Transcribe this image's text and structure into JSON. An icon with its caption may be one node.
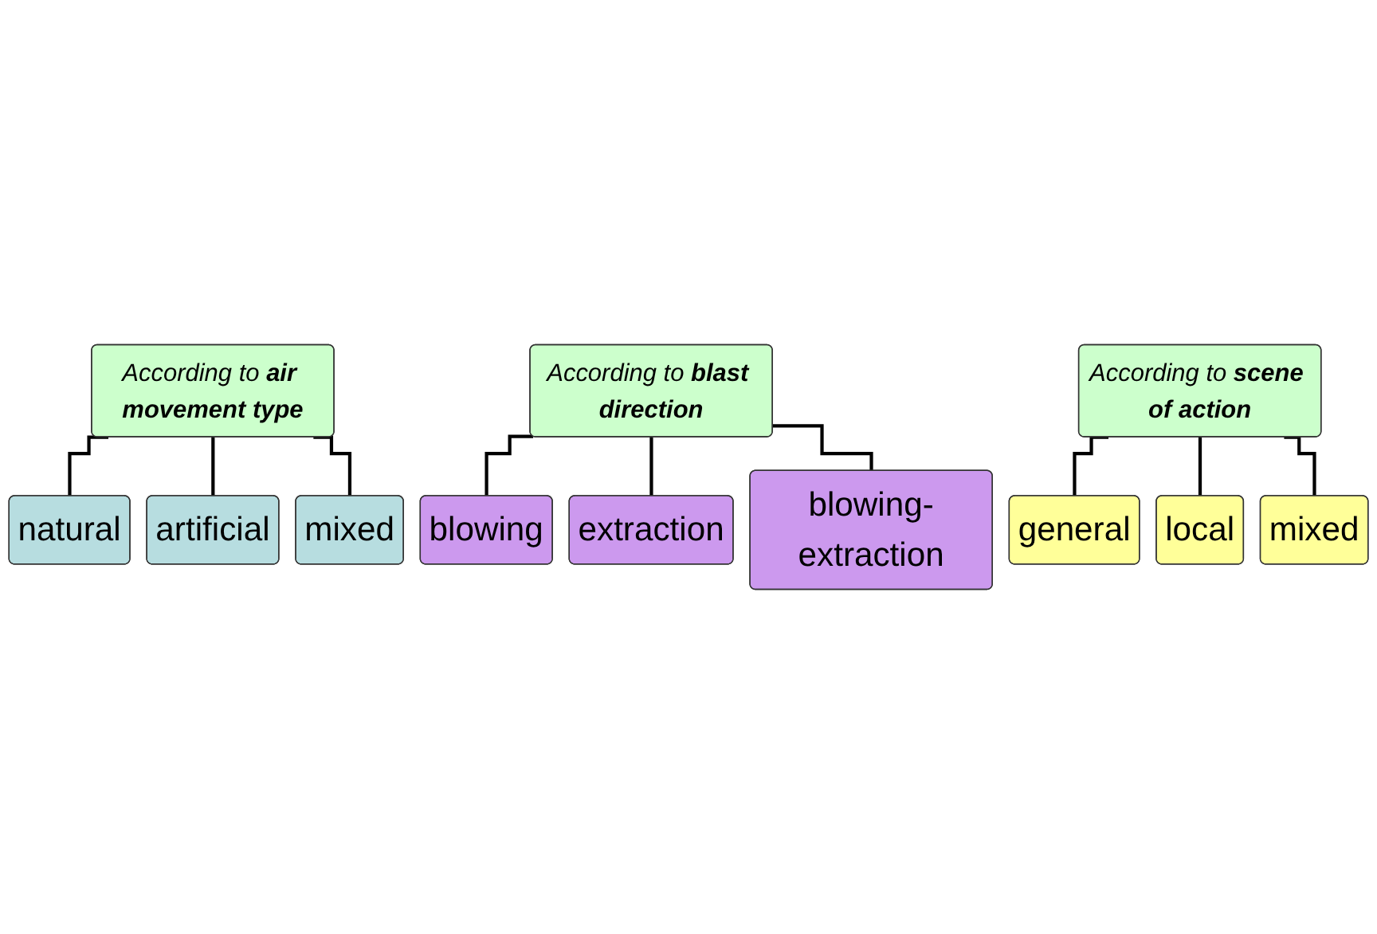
{
  "diagram": {
    "nodes": [
      {
        "text": [
          "According to **air movement type**"
        ]
      },
      {
        "text": [
          "natural"
        ]
      },
      {
        "text": [
          "artificial"
        ]
      },
      {
        "text": [
          "mixed"
        ]
      },
      {
        "text": [
          "According to **blast direction**"
        ]
      },
      {
        "text": [
          "blowing"
        ]
      },
      {
        "text": [
          "extraction"
        ]
      },
      {
        "text": [
          "blowing-extraction"
        ]
      },
      {
        "text": [
          "According to **scene of action**"
        ]
      },
      {
        "text": [
          "general"
        ]
      },
      {
        "text": [
          "local"
        ]
      },
      {
        "text": [
          "mixed"
        ]
      }
    ],
    "edges": [
      {
        "from": 0,
        "to": 1,
        "arrow": "none"
      },
      {
        "from": 0,
        "to": 2,
        "arrow": "none"
      },
      {
        "from": 0,
        "to": 3,
        "arrow": "none"
      },
      {
        "from": 4,
        "to": 5,
        "arrow": "none"
      },
      {
        "from": 4,
        "to": 6,
        "arrow": "none"
      },
      {
        "from": 4,
        "to": 7,
        "arrow": "none"
      },
      {
        "from": 8,
        "to": 9,
        "arrow": "none"
      },
      {
        "from": 8,
        "to": 10,
        "arrow": "none"
      },
      {
        "from": 8,
        "to": 11,
        "arrow": "none"
      }
    ]
  }
}
